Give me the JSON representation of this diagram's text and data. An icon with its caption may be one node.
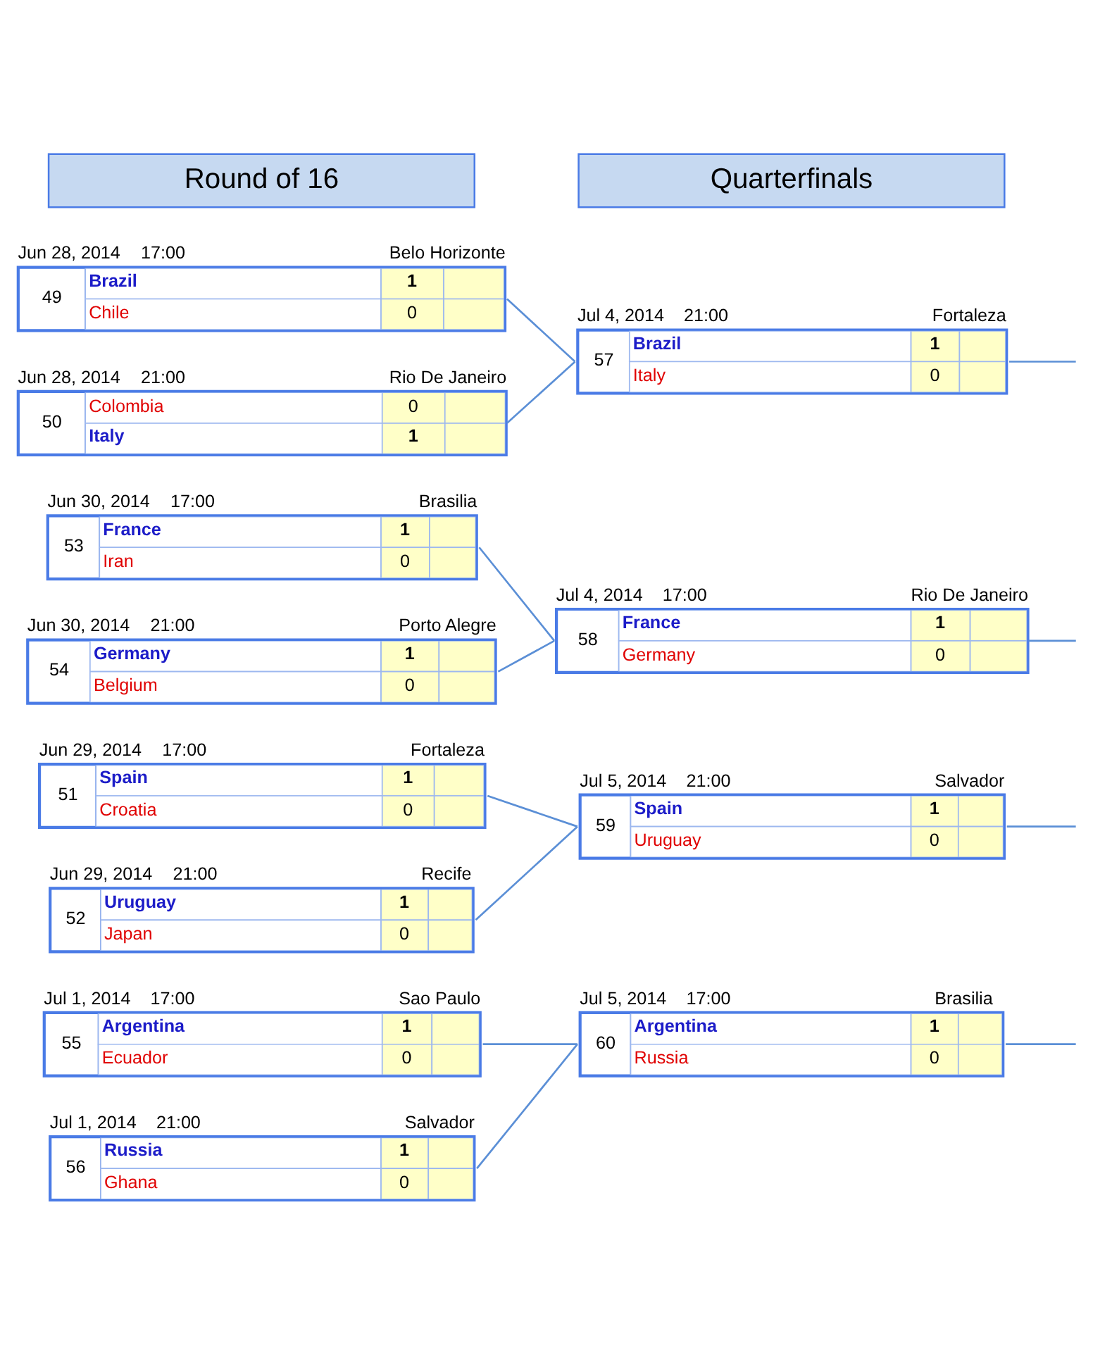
{
  "diagram": {
    "nodes": [
      {
        "text": [
          "Round of 16"
        ]
      },
      {
        "text": [
          "Quarterfinals"
        ]
      },
      {
        "text": [
          "49",
          "Brazil",
          "1",
          "Chile",
          "0"
        ],
        "beside": [
          "Jun 28, 2014",
          "17:00",
          "Belo Horizonte"
        ]
      },
      {
        "text": [
          "50",
          "Colombia",
          "0",
          "Italy",
          "1"
        ],
        "beside": [
          "Jun 28, 2014",
          "21:00",
          "Rio De Janeiro"
        ]
      },
      {
        "text": [
          "53",
          "France",
          "1",
          "Iran",
          "0"
        ],
        "beside": [
          "Jun 30, 2014",
          "17:00",
          "Brasilia"
        ]
      },
      {
        "text": [
          "54",
          "Germany",
          "1",
          "Belgium",
          "0"
        ],
        "beside": [
          "Jun 30, 2014",
          "21:00",
          "Porto Alegre"
        ]
      },
      {
        "text": [
          "51",
          "Spain",
          "1",
          "Croatia",
          "0"
        ],
        "beside": [
          "Jun 29, 2014",
          "17:00",
          "Fortaleza"
        ]
      },
      {
        "text": [
          "52",
          "Uruguay",
          "1",
          "Japan",
          "0"
        ],
        "beside": [
          "Jun 29, 2014",
          "21:00",
          "Recife"
        ]
      },
      {
        "text": [
          "55",
          "Argentina",
          "1",
          "Ecuador",
          "0"
        ],
        "beside": [
          "Jul 1, 2014",
          "17:00",
          "Sao Paulo"
        ]
      },
      {
        "text": [
          "56",
          "Russia",
          "1",
          "Ghana",
          "0"
        ],
        "beside": [
          "Jul 1, 2014",
          "21:00",
          "Salvador"
        ]
      },
      {
        "text": [
          "57",
          "Brazil",
          "1",
          "Italy",
          "0"
        ],
        "beside": [
          "Jul 4, 2014",
          "21:00",
          "Fortaleza"
        ]
      },
      {
        "text": [
          "58",
          "France",
          "1",
          "Germany",
          "0"
        ],
        "beside": [
          "Jul 4, 2014",
          "17:00",
          "Rio De Janeiro"
        ]
      },
      {
        "text": [
          "59",
          "Spain",
          "1",
          "Uruguay",
          "0"
        ],
        "beside": [
          "Jul 5, 2014",
          "21:00",
          "Salvador"
        ]
      },
      {
        "text": [
          "60",
          "Argentina",
          "1",
          "Russia",
          "0"
        ],
        "beside": [
          "Jul 5, 2014",
          "17:00",
          "Brasilia"
        ]
      }
    ],
    "edges": [
      {
        "from": 2,
        "to": 10,
        "arrow": "none"
      },
      {
        "from": 3,
        "to": 10,
        "arrow": "none"
      },
      {
        "from": 4,
        "to": 11,
        "arrow": "none"
      },
      {
        "from": 5,
        "to": 11,
        "arrow": "none"
      },
      {
        "from": 6,
        "to": 12,
        "arrow": "none"
      },
      {
        "from": 7,
        "to": 12,
        "arrow": "none"
      },
      {
        "from": 8,
        "to": 13,
        "arrow": "none"
      },
      {
        "from": 9,
        "to": 13,
        "arrow": "none"
      },
      {
        "from": 10,
        "to": null,
        "arrow": "none"
      },
      {
        "from": 11,
        "to": null,
        "arrow": "none"
      },
      {
        "from": 12,
        "to": null,
        "arrow": "none"
      },
      {
        "from": 13,
        "to": null,
        "arrow": "none"
      }
    ]
  }
}
